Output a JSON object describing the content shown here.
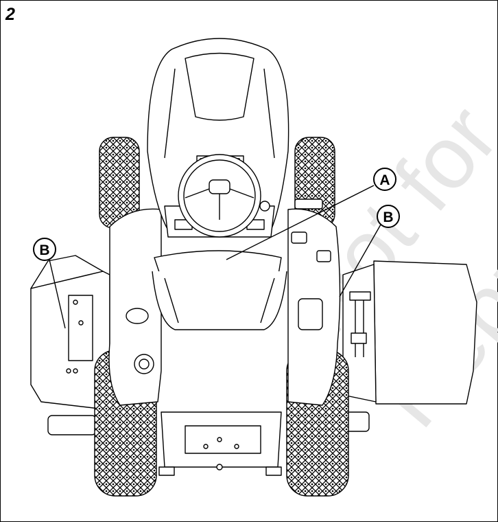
{
  "figure": {
    "number": "2",
    "subject": "Riding mower top view"
  },
  "watermark": {
    "line1": "Not for",
    "line2": "Repr",
    "color": "#e6e6e6"
  },
  "callouts": {
    "a": "A",
    "b_right": "B",
    "b_left": "B"
  }
}
